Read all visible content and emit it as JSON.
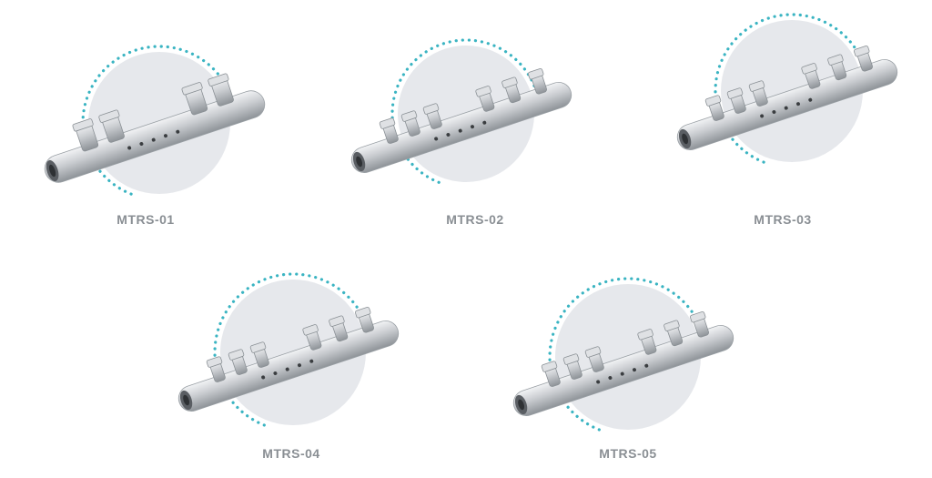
{
  "products": [
    {
      "code": "MTRS-01",
      "bolts": "4"
    },
    {
      "code": "MTRS-02",
      "bolts": "6"
    },
    {
      "code": "MTRS-03",
      "bolts": "6"
    },
    {
      "code": "MTRS-04",
      "bolts": "6"
    },
    {
      "code": "MTRS-05",
      "bolts": "6"
    }
  ],
  "colors": {
    "circle_fill": "#e6e8ec",
    "dot_ring": "#3ab4c2",
    "label": "#8a8f94",
    "metal": "#c9ccd0"
  },
  "icons": {
    "product_image": "connector-tube-image"
  }
}
